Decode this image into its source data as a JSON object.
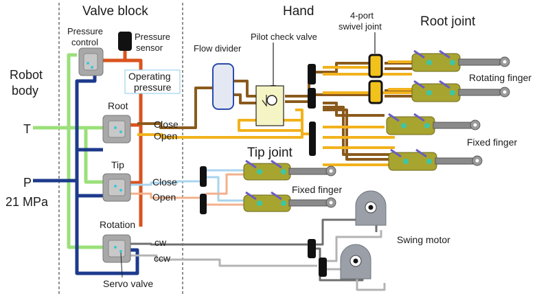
{
  "sections": {
    "valve_block": "Valve block",
    "hand": "Hand",
    "root_joint": "Root joint",
    "tip_joint": "Tip joint"
  },
  "left_labels": {
    "robot_body": [
      "Robot",
      "body"
    ],
    "t_port": "T",
    "p_port": "P",
    "supply_pressure": "21 MPa"
  },
  "valve_block": {
    "pressure_control": [
      "Pressure",
      "control"
    ],
    "pressure_sensor": [
      "Pressure",
      "sensor"
    ],
    "operating_pressure": [
      "Operating",
      "pressure"
    ],
    "valves": [
      {
        "title": "Root",
        "port_a": "Close",
        "port_b": "Open"
      },
      {
        "title": "Tip",
        "port_a": "Close",
        "port_b": "Open"
      },
      {
        "title": "Rotation",
        "port_a": "cw",
        "port_b": "ccw"
      }
    ],
    "servo_valve": "Servo valve"
  },
  "hand": {
    "flow_divider": "Flow divider",
    "pilot_check_valve": "Pilot check valve",
    "swivel_joint": [
      "4-port",
      "swivel joint"
    ],
    "rotating_finger": "Rotating finger",
    "fixed_finger_root": "Fixed finger",
    "fixed_finger_tip": "Fixed finger",
    "swing_motor": "Swing motor"
  },
  "colors": {
    "tank_line": "#9be07a",
    "pressure_line": "#1d3a8c",
    "operating_line": "#d9531e",
    "root_close_line": "#8a5a1c",
    "root_open_line": "#f2b21c",
    "tip_close_line": "#a8d4ee",
    "tip_open_line": "#f2b08c",
    "cw_line": "#6f6f6f",
    "ccw_line": "#b3b3b3",
    "valve_body": "#a8a8a8",
    "cylinder_body": "#a8a430"
  }
}
